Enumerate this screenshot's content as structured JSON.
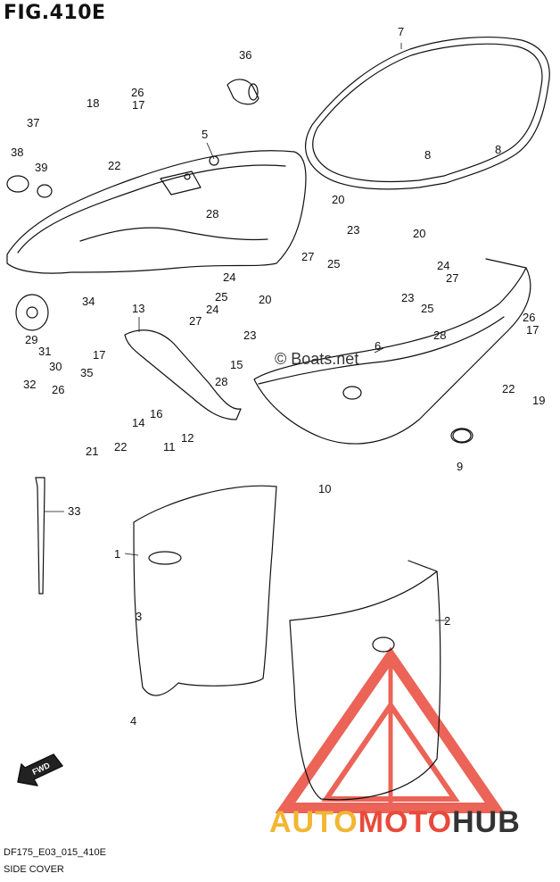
{
  "figure": {
    "title": "FIG.410E",
    "code": "DF175_E03_015_410E",
    "subtitle": "SIDE COVER",
    "direction_label": "FWD"
  },
  "watermarks": {
    "site": "© Boats.net",
    "brand_auto": "AUTO",
    "brand_moto": "MOTO",
    "brand_hub": "HUB"
  },
  "colors": {
    "line": "#111111",
    "watermark_triangle": "#e84a3a",
    "brand_yellow": "#f2b632",
    "brand_red": "#e84a3a",
    "brand_dark": "#333333"
  },
  "callouts": [
    "1",
    "2",
    "3",
    "4",
    "5",
    "6",
    "7",
    "8",
    "8",
    "9",
    "10",
    "11",
    "12",
    "13",
    "14",
    "15",
    "16",
    "17",
    "17",
    "17",
    "18",
    "19",
    "20",
    "20",
    "20",
    "21",
    "22",
    "22",
    "22",
    "23",
    "23",
    "23",
    "24",
    "24",
    "24",
    "25",
    "25",
    "25",
    "26",
    "26",
    "26",
    "27",
    "27",
    "27",
    "28",
    "28",
    "28",
    "29",
    "30",
    "31",
    "32",
    "33",
    "34",
    "35",
    "36",
    "37",
    "38",
    "39"
  ]
}
